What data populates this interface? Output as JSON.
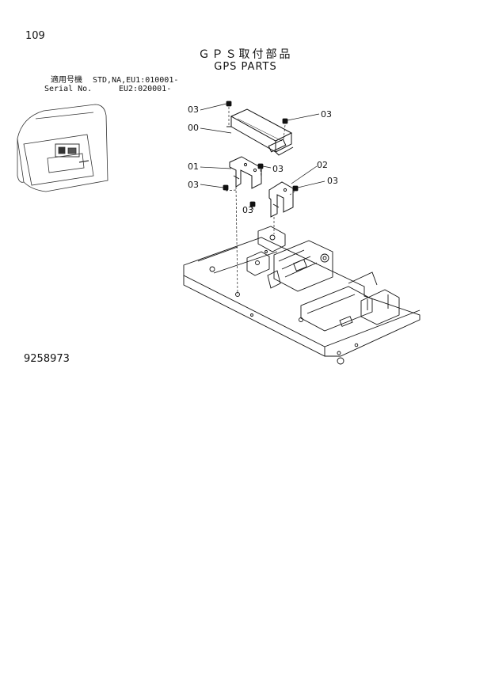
{
  "page": {
    "number": "109",
    "title_jp": "ＧＰＳ取付部品",
    "title_en": "GPS PARTS",
    "drawing_code": "9258973"
  },
  "serial_info": {
    "label_jp": "適用号機",
    "label_en": "Serial No.",
    "std_line": "STD,NA,EU1:010001-",
    "eu2_line": "EU2:020001-"
  },
  "callouts": {
    "part_00": "00",
    "part_01": "01",
    "part_02": "02",
    "part_03": "03"
  }
}
